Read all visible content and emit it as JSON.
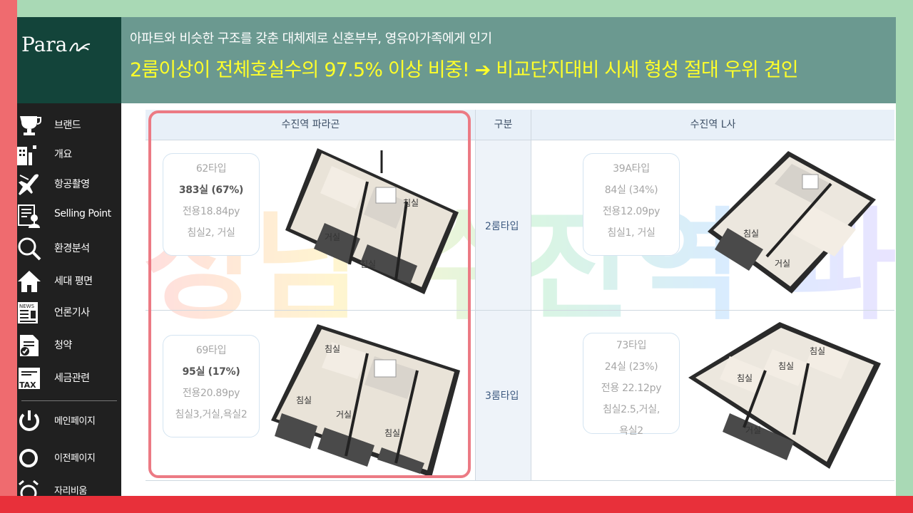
{
  "brand": {
    "logo_text": "Para"
  },
  "nav": {
    "items": [
      {
        "label": "브랜드",
        "icon": "trophy-icon"
      },
      {
        "label": "개요",
        "icon": "building-icon"
      },
      {
        "label": "항공촬영",
        "icon": "airplane-icon"
      },
      {
        "label": "Selling Point",
        "icon": "document-person-icon"
      },
      {
        "label": "환경분석",
        "icon": "magnifier-icon"
      },
      {
        "label": "세대 평면",
        "icon": "home-icon"
      },
      {
        "label": "언론기사",
        "icon": "news-icon"
      },
      {
        "label": "청약",
        "icon": "document-check-icon"
      },
      {
        "label": "세금관련",
        "icon": "tax-icon"
      },
      {
        "label": "메인페이지",
        "icon": "power-icon"
      },
      {
        "label": "이전페이지",
        "icon": "back-circle-icon"
      },
      {
        "label": "자리비움",
        "icon": "alarm-clock-icon"
      }
    ]
  },
  "header": {
    "subtitle": "아파트와 비슷한 구조를 갖춘 대체제로 신혼부부, 영유아가족에게 인기",
    "headline": "2룸이상이  전체호실수의 97.5% 이상 비중! ➔ 비교단지대비 시세 형성 절대 우위 견인"
  },
  "table": {
    "col_left": "수진역 파라곤",
    "col_mid": "구분",
    "col_right": "수진역 L사",
    "rows": [
      {
        "category": "2룸타입",
        "left": {
          "type": "62타입",
          "units": "383실 (67%)",
          "area": "전용18.84py",
          "rooms": "침실2, 거실"
        },
        "right": {
          "type": "39A타입",
          "units": "84실 (34%)",
          "area": "전용12.09py",
          "rooms": "침실1, 거실"
        }
      },
      {
        "category": "3룸타입",
        "left": {
          "type": "69타입",
          "units": "95실 (17%)",
          "area": "전용20.89py",
          "rooms": "침실3,거실,욕실2"
        },
        "right": {
          "type": "73타입",
          "units": "24실 (23%)",
          "area": "전용 22.12py",
          "rooms": "침실2.5,거실,",
          "rooms2": "욕실2"
        }
      }
    ]
  },
  "plan_labels": {
    "bedroom": "침실",
    "living": "거실"
  },
  "watermark": {
    "text": "성남 수진역 파라곤"
  },
  "colors": {
    "sidebar_bg": "#202020",
    "logo_bg": "#13443a",
    "header_bg": "#6b9990",
    "headline_yellow": "#ffff2a",
    "highlight_border": "#ec7a84",
    "frame_red": "#e8303a",
    "frame_green": "#a9d9b5"
  }
}
